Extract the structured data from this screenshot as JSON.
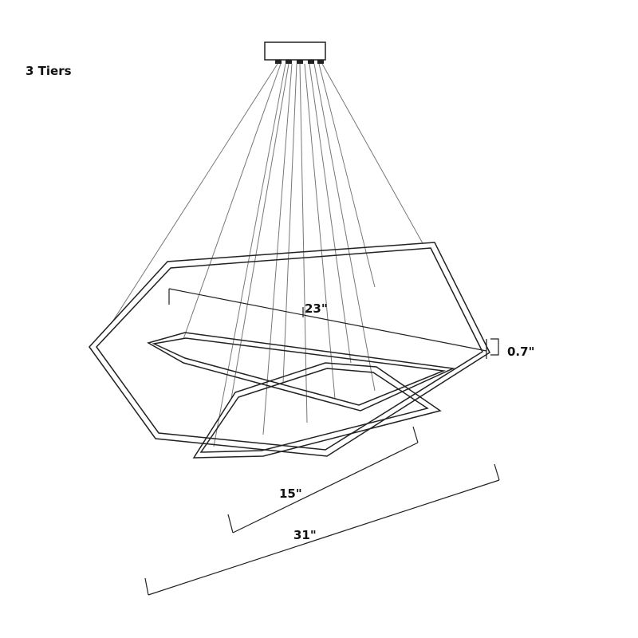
{
  "title": "3 Tiers",
  "dimensions": {
    "middle_ring_diagonal": "23\"",
    "ring_thickness": "0.7\"",
    "small_ring_width": "15\"",
    "large_ring_width": "31\""
  },
  "colors": {
    "line": "#222222",
    "wire": "#777777",
    "background": "#ffffff"
  }
}
